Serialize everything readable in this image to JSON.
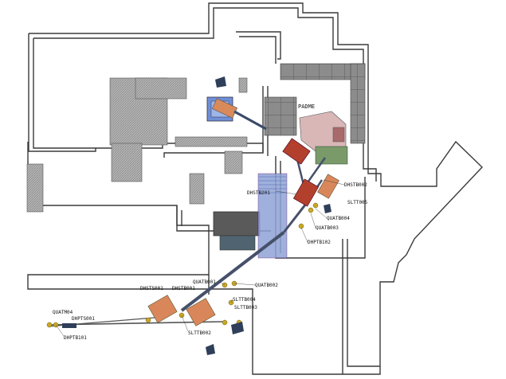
{
  "facility_labels": {
    "padme": "PADME",
    "dhstb002": "DHSTB002",
    "sltt005": "SLTT005",
    "dhstb201": "DHSTB201",
    "quatb004": "QUATB004",
    "quatb003": "QUATB003",
    "dhptb102": "DHPTB102",
    "quatb001": "QUATB001",
    "quatb002": "QUATB002",
    "dhsts001": "DHSTS001",
    "dhstb001": "DHSTB001",
    "slttb004": "SLTTB004",
    "slttb003": "SLTTB003",
    "quatm04": "QUATM04",
    "dhpts001": "DHPTS001",
    "slttb002": "SLTTB002",
    "dhptb101": "DHPTB101"
  },
  "colors": {
    "wall": "#3a3a3a",
    "hatch_gray": "#9a9a9a",
    "dark_block": "#5a5a5a",
    "beamline_blue": "#6f7fbf",
    "dipole_red": "#b2402c",
    "dipole_orange": "#d9875a",
    "detector_pink": "#d9b7b7",
    "detector_green": "#7a9a6a",
    "pit_blue": "#7fa3d6",
    "magnet_yellow": "#c9a826"
  }
}
